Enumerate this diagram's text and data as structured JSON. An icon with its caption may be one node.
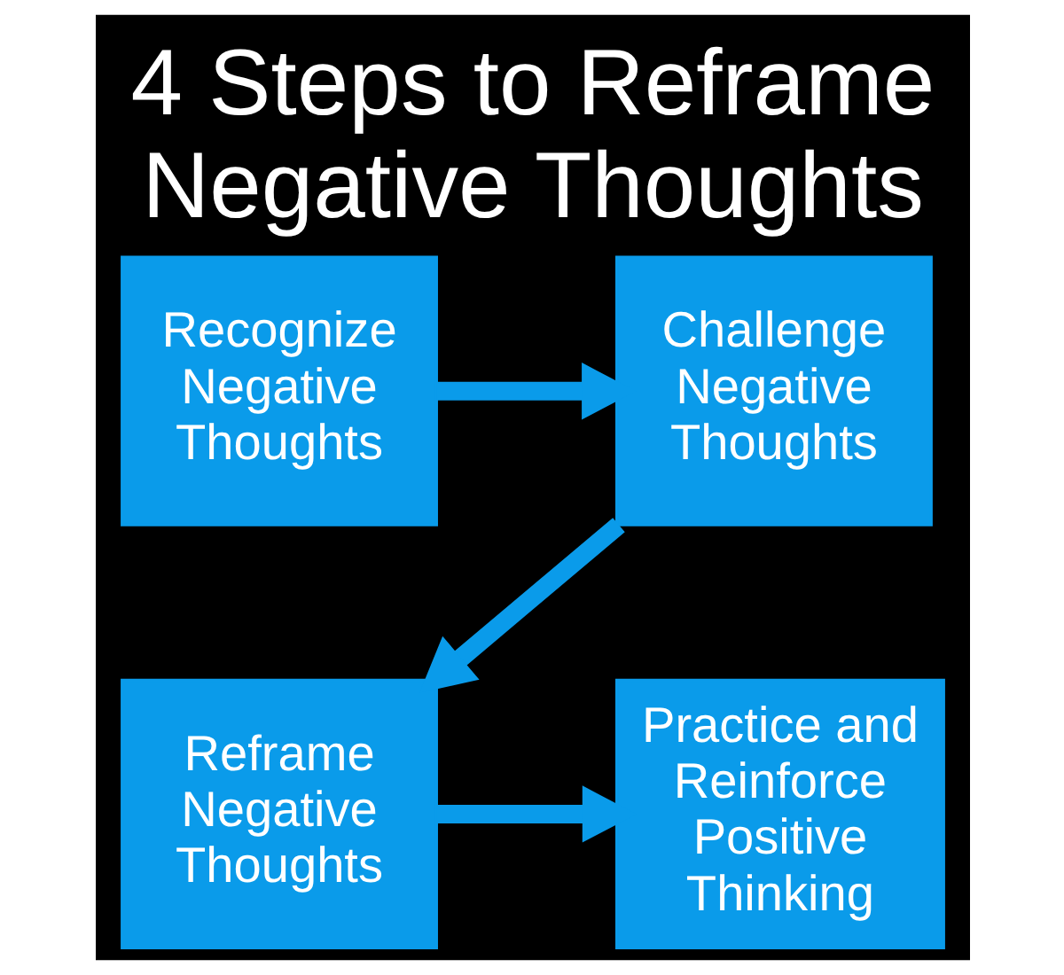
{
  "diagram": {
    "title": "4 Steps to Reframe Negative Thoughts",
    "nodes": [
      {
        "text": [
          "Recognize Negative Thoughts"
        ]
      },
      {
        "text": [
          "Challenge Negative Thoughts"
        ]
      },
      {
        "text": [
          "Reframe Negative Thoughts"
        ]
      },
      {
        "text": [
          "Practice and Reinforce Positive Thinking"
        ]
      }
    ],
    "edges": [
      {
        "from": 0,
        "to": 1,
        "arrow": "to"
      },
      {
        "from": 1,
        "to": 2,
        "arrow": "to"
      },
      {
        "from": 2,
        "to": 3,
        "arrow": "to"
      }
    ]
  }
}
